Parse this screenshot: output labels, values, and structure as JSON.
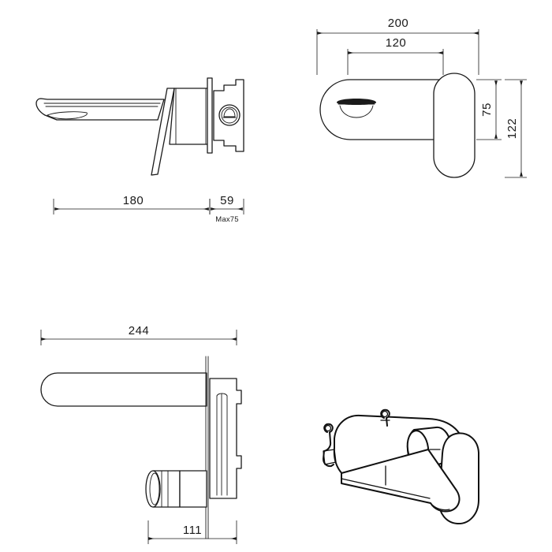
{
  "drawing": {
    "title": "Wall-mounted basin mixer tap technical drawing",
    "background_color": "#ffffff",
    "line_color": "#1a1a1a",
    "units": "mm"
  },
  "views": {
    "side_view": {
      "name": "side-elevation-view",
      "description": "Side elevation of wall mounted mixer with spout, lever handle and wall plate"
    },
    "front_view": {
      "name": "front-elevation-view",
      "description": "Front elevation of oval wall plate with lever handle and aerator outlet"
    },
    "top_view": {
      "name": "top-plan-view",
      "description": "Plan view showing spout and concealed body depth"
    },
    "iso_view": {
      "name": "isometric-view",
      "description": "Three dimensional perspective of the complete mixer assembly"
    }
  },
  "dimensions": {
    "spout_projection": {
      "label": "180",
      "view": "side-elevation-view"
    },
    "wall_plate_depth": {
      "label": "59",
      "view": "side-elevation-view"
    },
    "max_wall_depth": {
      "label": "Max75",
      "view": "side-elevation-view"
    },
    "plate_width": {
      "label": "200",
      "view": "front-elevation-view"
    },
    "handle_center": {
      "label": "120",
      "view": "front-elevation-view"
    },
    "plate_height": {
      "label": "75",
      "view": "front-elevation-view"
    },
    "overall_height": {
      "label": "122",
      "view": "front-elevation-view"
    },
    "overall_length": {
      "label": "244",
      "view": "top-plan-view"
    },
    "body_depth": {
      "label": "111",
      "view": "top-plan-view"
    }
  }
}
